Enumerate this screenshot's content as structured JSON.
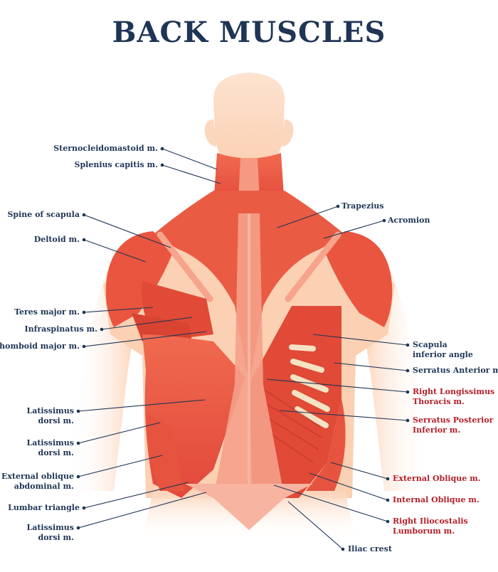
{
  "title": "BACK MUSCLES",
  "colors": {
    "title": "#1f3556",
    "label_dark": "#1f3556",
    "label_red": "#b5202a",
    "muscle": "#e8553f",
    "skin": "#fbd3b8"
  },
  "labels_left": [
    {
      "id": "sternocleidomastoid",
      "lines": [
        "Sternocleidomastoid m."
      ]
    },
    {
      "id": "splenius-capitis",
      "lines": [
        "Splenius capitis m."
      ]
    },
    {
      "id": "spine-of-scapula",
      "lines": [
        "Spine of scapula"
      ]
    },
    {
      "id": "deltoid",
      "lines": [
        "Deltoid m."
      ]
    },
    {
      "id": "teres-major",
      "lines": [
        "Teres major m."
      ]
    },
    {
      "id": "infraspinatus",
      "lines": [
        "Infraspinatus m."
      ]
    },
    {
      "id": "rhomboid-major",
      "lines": [
        "Rhomboid major m."
      ]
    },
    {
      "id": "latissimus-1",
      "lines": [
        "Latissimus",
        "dorsi m."
      ]
    },
    {
      "id": "latissimus-2",
      "lines": [
        "Latissimus",
        "dorsi m."
      ]
    },
    {
      "id": "external-oblique-abdominal",
      "lines": [
        "External oblique",
        "abdominal m."
      ]
    },
    {
      "id": "lumbar-triangle",
      "lines": [
        "Lumbar triangle"
      ]
    },
    {
      "id": "latissimus-3",
      "lines": [
        "Latissimus",
        "dorsi m."
      ]
    }
  ],
  "labels_right": [
    {
      "id": "trapezius",
      "lines": [
        "Trapezius"
      ],
      "red": false
    },
    {
      "id": "acromion",
      "lines": [
        "Acromion"
      ],
      "red": false
    },
    {
      "id": "scapula-inferior-angle",
      "lines": [
        "Scapula",
        "inferior angle"
      ],
      "red": false
    },
    {
      "id": "serratus-anterior",
      "lines": [
        "Serratus Anterior m."
      ],
      "red": false
    },
    {
      "id": "right-longissimus",
      "lines": [
        "Right Longissimus",
        "Thoracis m."
      ],
      "red": true
    },
    {
      "id": "serratus-posterior",
      "lines": [
        "Serratus Posterior",
        "Inferior m."
      ],
      "red": true
    },
    {
      "id": "external-oblique",
      "lines": [
        "External Oblique m."
      ],
      "red": true
    },
    {
      "id": "internal-oblique",
      "lines": [
        "Internal Oblique m."
      ],
      "red": true
    },
    {
      "id": "right-iliocostalis",
      "lines": [
        "Right Iliocostalis",
        "Lumborum m."
      ],
      "red": true
    }
  ],
  "labels_bottom": [
    {
      "id": "iliac-crest",
      "lines": [
        "Iliac crest"
      ],
      "red": false
    }
  ]
}
